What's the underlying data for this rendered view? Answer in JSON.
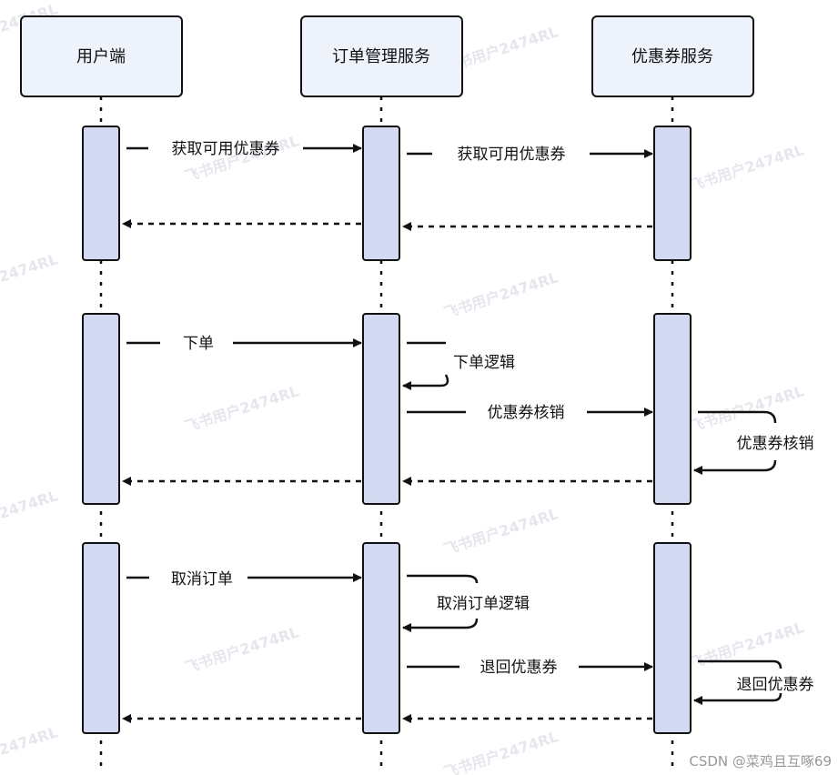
{
  "participants": {
    "client": "用户端",
    "order": "订单管理服务",
    "coupon": "优惠券服务"
  },
  "messages": {
    "get_coupons_1": "获取可用优惠券",
    "get_coupons_2": "获取可用优惠券",
    "place_order": "下单",
    "place_order_logic": "下单逻辑",
    "redeem_1": "优惠券核销",
    "redeem_2": "优惠券核销",
    "cancel_order": "取消订单",
    "cancel_order_logic": "取消订单逻辑",
    "return_coupon_1": "退回优惠券",
    "return_coupon_2": "退回优惠券"
  },
  "watermark": "飞书用户2474RL",
  "footer": "CSDN @菜鸡且互啄69",
  "colors": {
    "box_fill": "#eef2fb",
    "activation_fill": "#d4d9f2",
    "stroke": "#111111",
    "watermark": "#e6e6ee"
  }
}
